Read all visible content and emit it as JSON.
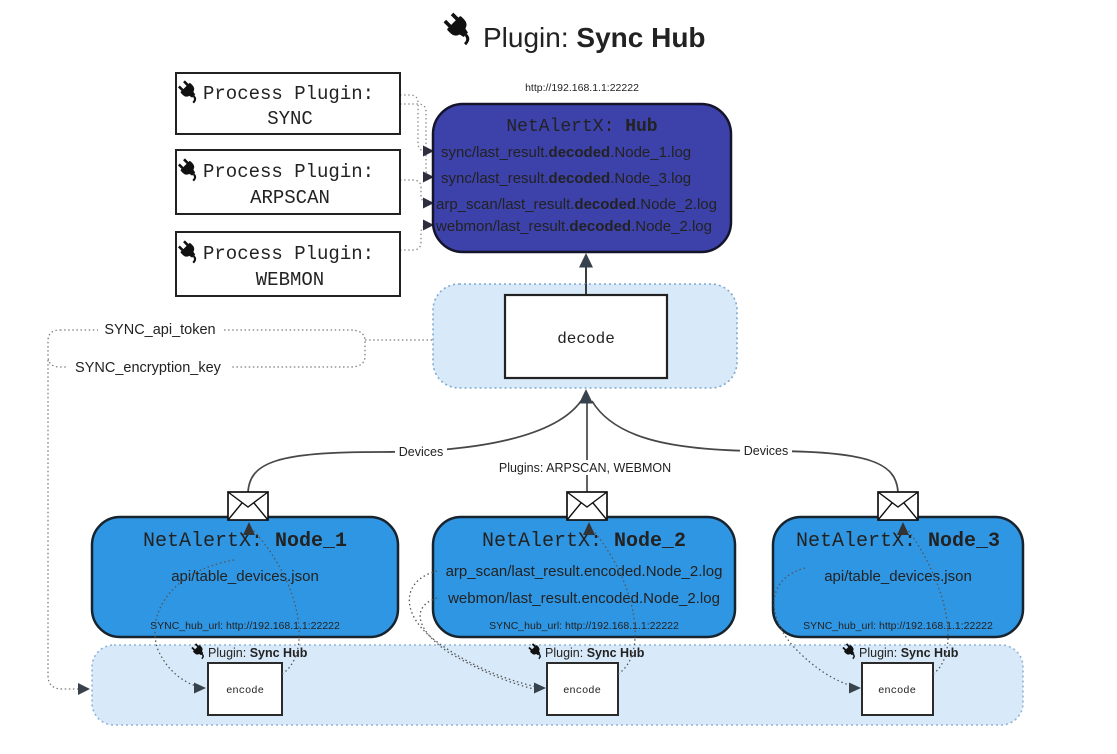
{
  "diagram": {
    "title": {
      "prefix": "Plugin: ",
      "name": "Sync Hub"
    },
    "hub": {
      "url_label": "http://192.168.1.1:22222",
      "title_prefix": "NetAlertX: ",
      "title_name": "Hub",
      "logs": [
        {
          "pre": "sync/last_result.",
          "bold": "decoded",
          "post": ".Node_1.log"
        },
        {
          "pre": "sync/last_result.",
          "bold": "decoded",
          "post": ".Node_3.log"
        },
        {
          "pre": "arp_scan/last_result.",
          "bold": "decoded",
          "post": ".Node_2.log"
        },
        {
          "pre": "webmon/last_result.",
          "bold": "decoded",
          "post": ".Node_2.log"
        }
      ]
    },
    "process_plugins": [
      {
        "label": "Process Plugin:",
        "name": "SYNC"
      },
      {
        "label": "Process Plugin:",
        "name": "ARPSCAN"
      },
      {
        "label": "Process Plugin:",
        "name": "WEBMON"
      }
    ],
    "decode_label": "decode",
    "secrets": {
      "api_token": "SYNC_api_token",
      "encryption_key": "SYNC_encryption_key"
    },
    "edge_labels": {
      "devices_left": "Devices",
      "devices_right": "Devices",
      "plugins": "Plugins: ARPSCAN, WEBMON"
    },
    "nodes": [
      {
        "title_prefix": "NetAlertX: ",
        "title_name": "Node_1",
        "line1": "api/table_devices.json",
        "hub_url": "SYNC_hub_url: http://192.168.1.1:22222"
      },
      {
        "title_prefix": "NetAlertX: ",
        "title_name": "Node_2",
        "line1": "arp_scan/last_result.encoded.Node_2.log",
        "line2": "webmon/last_result.encoded.Node_2.log",
        "hub_url": "SYNC_hub_url: http://192.168.1.1:22222"
      },
      {
        "title_prefix": "NetAlertX: ",
        "title_name": "Node_3",
        "line1": "api/table_devices.json",
        "hub_url": "SYNC_hub_url: http://192.168.1.1:22222"
      }
    ],
    "encoders": [
      {
        "plugin_prefix": "Plugin: ",
        "plugin_name": "Sync Hub",
        "label": "encode"
      },
      {
        "plugin_prefix": "Plugin: ",
        "plugin_name": "Sync Hub",
        "label": "encode"
      },
      {
        "plugin_prefix": "Plugin: ",
        "plugin_name": "Sync Hub",
        "label": "encode"
      }
    ],
    "colors": {
      "hub_fill": "#3d41aa",
      "node_fill": "#2f96e3",
      "container_fill": "#d8eaf9"
    }
  }
}
